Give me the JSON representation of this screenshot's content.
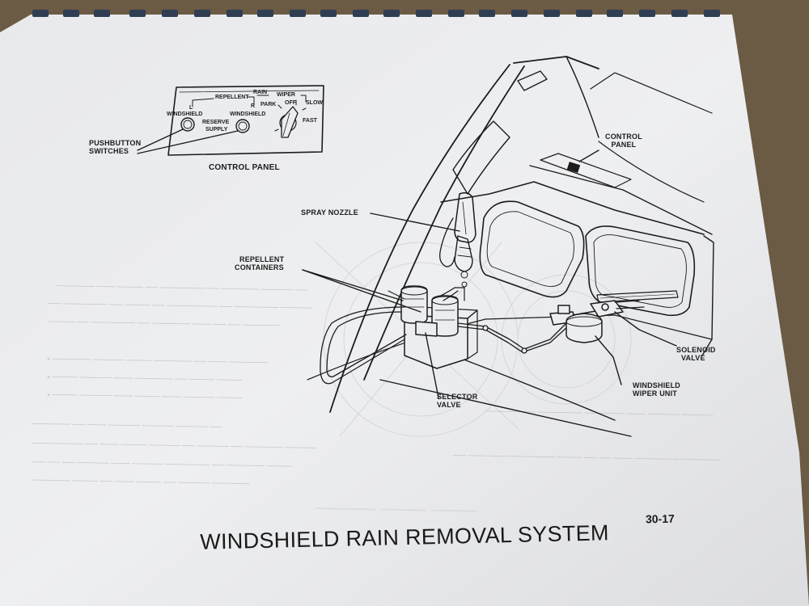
{
  "diagram": {
    "panel_labels": {
      "rain": "RAIN",
      "repellent": "REPELLENT",
      "wiper": "WIPER",
      "l": "L",
      "r": "R",
      "windshield_l": "WINDSHIELD",
      "windshield_r": "WINDSHIELD",
      "reserve": "RESERVE",
      "supply": "SUPPLY",
      "park": "PARK",
      "off": "OFF",
      "slow": "SLOW",
      "fast": "FAST"
    },
    "callouts": {
      "pushbutton_switches": [
        "PUSHBUTTON",
        "SWITCHES"
      ],
      "control_panel_title": "CONTROL PANEL",
      "control_panel": [
        "CONTROL",
        "PANEL"
      ],
      "spray_nozzle": "SPRAY NOZZLE",
      "repellent_containers": [
        "REPELLENT",
        "CONTAINERS"
      ],
      "solenoid_valve": [
        "SOLENOID",
        "VALVE"
      ],
      "windshield_wiper_unit": [
        "WINDSHIELD",
        "WIPER UNIT"
      ],
      "selector_valve": [
        "SELECTOR",
        "VALVE"
      ]
    }
  },
  "page": {
    "number": "30-17",
    "caption": "WINDSHIELD RAIN REMOVAL SYSTEM"
  },
  "colors": {
    "paper": "#ecedef",
    "ink": "#1c1c1c",
    "background": "#6b5a44"
  }
}
